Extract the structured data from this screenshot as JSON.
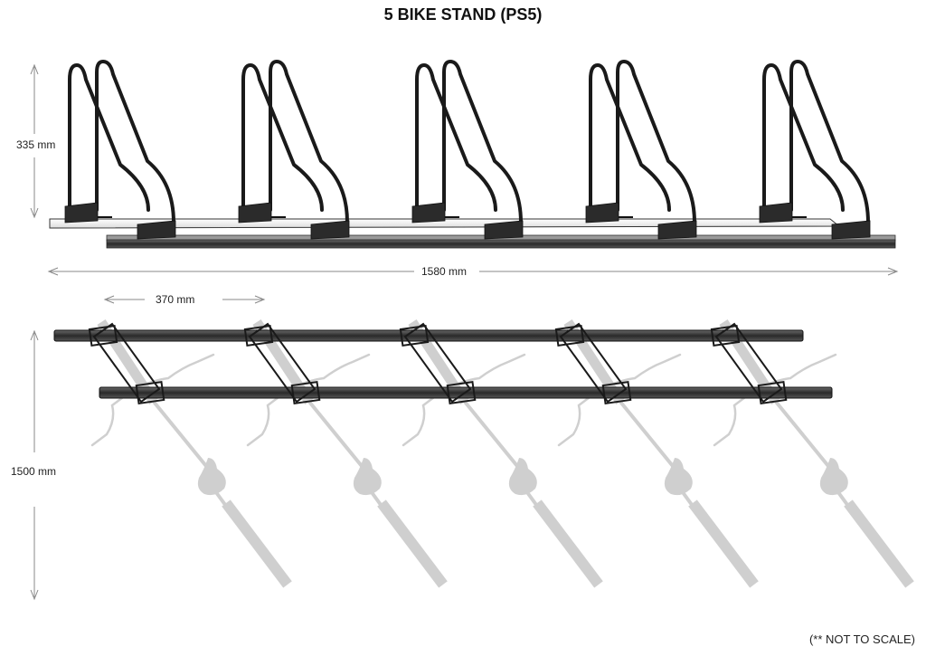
{
  "title": "5 BIKE STAND (PS5)",
  "dimensions": {
    "height": "335 mm",
    "length": "1580 mm",
    "spacing": "370 mm",
    "depth": "1500 mm"
  },
  "note": "(** NOT TO SCALE)",
  "stand_count": 5,
  "colors": {
    "frame": "#1a1a1a",
    "rail": "#3a3a3a",
    "bike_ghost": "#cfcfcf",
    "dimension_line": "#888888"
  }
}
